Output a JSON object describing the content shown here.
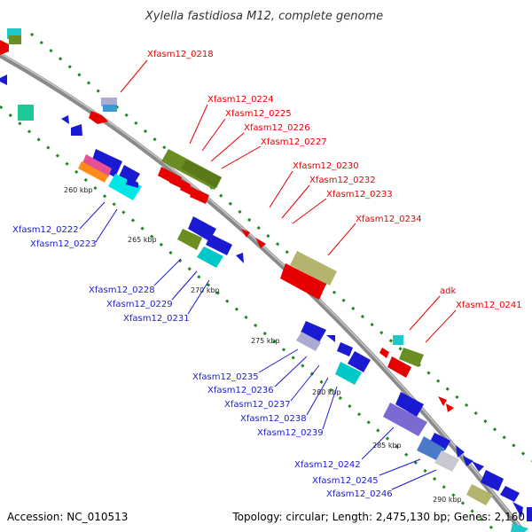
{
  "title": "Xylella fastidiosa M12, complete genome",
  "accession": "Accession: NC_010513",
  "summary": "Topology: circular; Length: 2,475,130 bp; Genes: 2,160",
  "colors": {
    "backbone": "#8a8a8a",
    "tick": "#1e8a1e",
    "forward_label": "#e60000",
    "reverse_label": "#1a1ad2"
  },
  "kbp_ticks": [
    "260 kbp",
    "265 kbp",
    "270 kbp",
    "275 kbp",
    "280 kbp",
    "285 kbp",
    "290 kbp"
  ],
  "forward_labels": [
    "Xfasm12_0218",
    "Xfasm12_0224",
    "Xfasm12_0225",
    "Xfasm12_0226",
    "Xfasm12_0227",
    "Xfasm12_0230",
    "Xfasm12_0232",
    "Xfasm12_0233",
    "Xfasm12_0234",
    "adk",
    "Xfasm12_0241"
  ],
  "reverse_labels": [
    "Xfasm12_0222",
    "Xfasm12_0223",
    "Xfasm12_0228",
    "Xfasm12_0229",
    "Xfasm12_0231",
    "Xfasm12_0235",
    "Xfasm12_0236",
    "Xfasm12_0237",
    "Xfasm12_0238",
    "Xfasm12_0239",
    "Xfasm12_0242",
    "Xfasm12_0245",
    "Xfasm12_0246"
  ]
}
